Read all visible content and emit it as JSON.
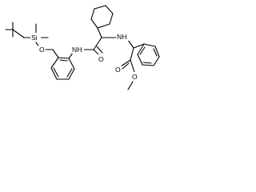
{
  "molecule": {
    "atoms": {
      "si": "Si",
      "o_silyl_ether": "O",
      "nh_amide": "NH",
      "nh_amine": "NH",
      "o_amide": "O",
      "o_ester_carbonyl": "O",
      "o_ester_methoxy": "O"
    }
  }
}
